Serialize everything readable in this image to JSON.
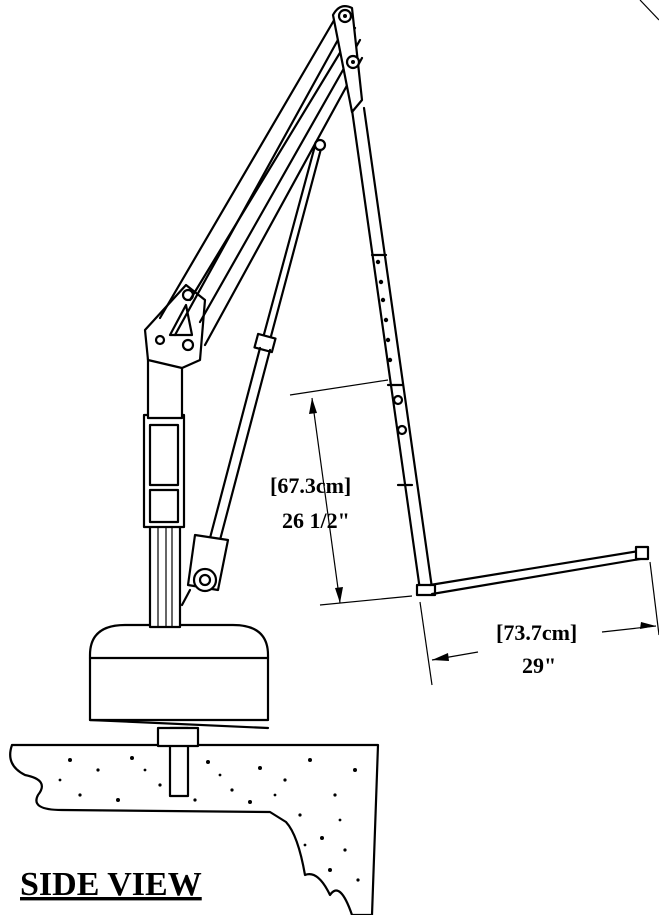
{
  "view_title": "SIDE VIEW",
  "dimensions": {
    "height_metric": "[67.3cm]",
    "height_imperial": "26 1/2\"",
    "reach_metric": "[73.7cm]",
    "reach_imperial": "29\""
  }
}
